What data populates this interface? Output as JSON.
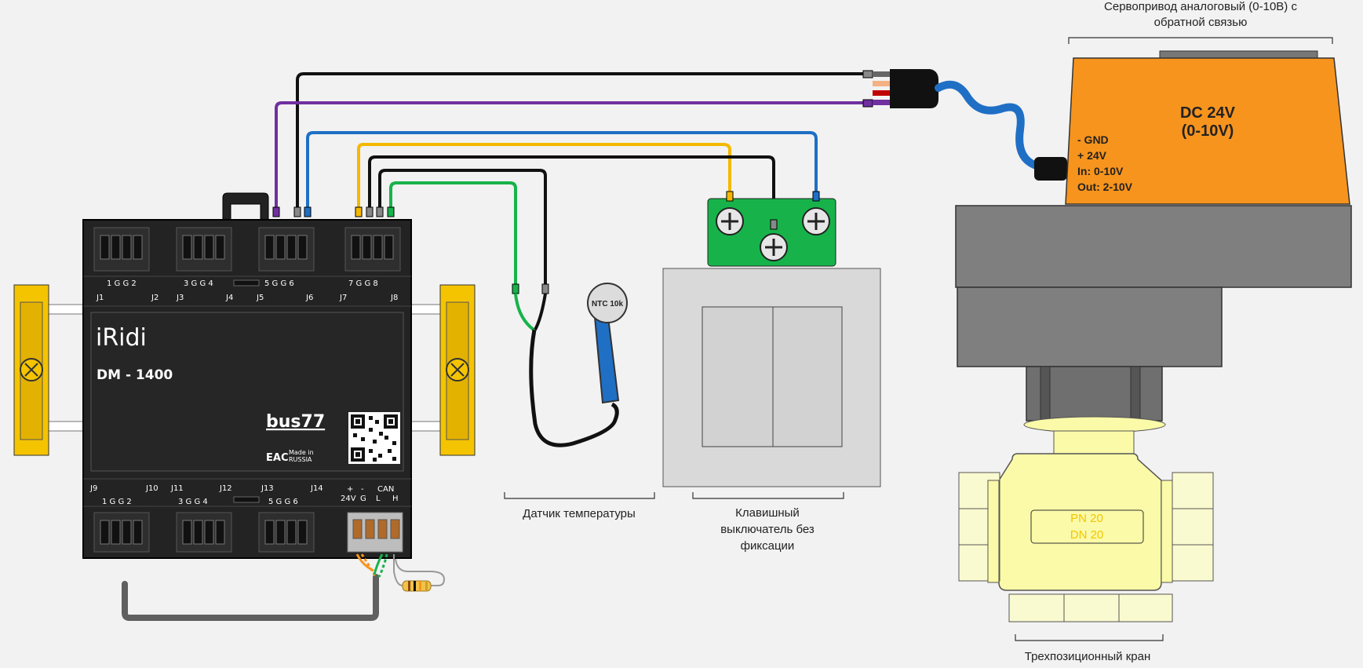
{
  "controller": {
    "brand": "iRidi",
    "model": "DM - 1400",
    "logo": "bus77",
    "cert": "EAC",
    "made_in_line1": "Made in",
    "made_in_line2": "RUSSIA",
    "top_pins": [
      "1 G G 2",
      "3 G G 4",
      "5 G G 6",
      "7 G G 8"
    ],
    "top_jacks": [
      "J1",
      "J2",
      "J3",
      "J4",
      "J5",
      "J6",
      "J7",
      "J8"
    ],
    "bottom_jacks": [
      "J9",
      "J10",
      "J11",
      "J12",
      "J13",
      "J14"
    ],
    "bottom_pins": [
      "1 G G 2",
      "3 G G 4",
      "5 G G 6"
    ],
    "power_labels": [
      "+",
      "-",
      "CAN",
      "24V",
      "G",
      "L",
      "H"
    ]
  },
  "sensor": {
    "badge": "NTC 10k",
    "caption": "Датчик температуры"
  },
  "switch": {
    "caption_lines": [
      "Клавишный",
      "выключатель без",
      "фиксации"
    ]
  },
  "actuator": {
    "title_lines": [
      "Сервопривод аналоговый (0-10В) с",
      "обратной связью"
    ],
    "voltage": "DC 24V",
    "range": "(0-10V)",
    "terminals": [
      "-  GND",
      "+ 24V",
      "In: 0-10V",
      "Out: 2-10V"
    ]
  },
  "valve": {
    "pressure": "PN 20",
    "diameter": "DN 20",
    "caption": "Трехпозиционный кран"
  },
  "colors": {
    "black": "#111111",
    "purple": "#7030a0",
    "blue": "#1f6fc5",
    "yellow": "#f5b800",
    "green": "#17b34a",
    "orange": "#f7941d",
    "din_rail_clip": "#f5c400",
    "controller_body": "#232323",
    "valve_body": "#fafaa8"
  },
  "icons": [
    "screw-terminal-icon",
    "qr-code-icon",
    "resistor-icon",
    "din-clip-screw-icon"
  ]
}
